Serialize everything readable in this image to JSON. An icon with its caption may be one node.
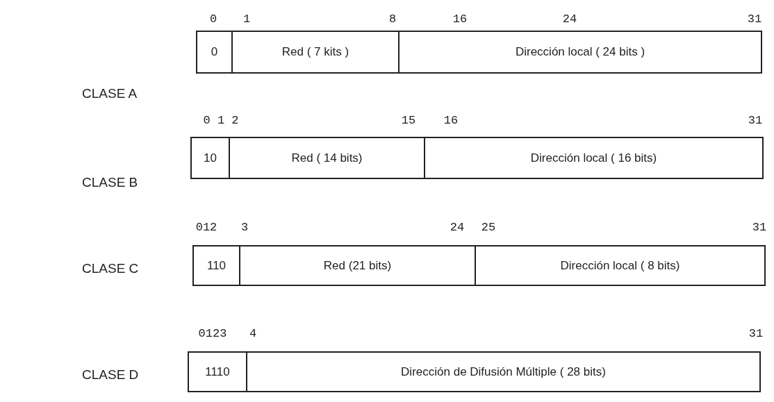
{
  "diagram": {
    "nodes": [
      {
        "text": [
          "0"
        ]
      },
      {
        "text": [
          "Red ( 7 kits )"
        ]
      },
      {
        "text": [
          "Dirección local ( 24 bits )"
        ]
      },
      {
        "text": [
          "10"
        ]
      },
      {
        "text": [
          "Red ( 14 bits)"
        ]
      },
      {
        "text": [
          "Dirección local ( 16 bits)"
        ]
      },
      {
        "text": [
          "110"
        ]
      },
      {
        "text": [
          "Red (21 bits)"
        ]
      },
      {
        "text": [
          "Dirección local ( 8 bits)"
        ]
      },
      {
        "text": [
          "1110"
        ]
      },
      {
        "text": [
          "Dirección de Difusión Múltiple ( 28 bits)"
        ]
      }
    ],
    "edges": [],
    "labels": [
      "0",
      "1",
      "8",
      "16",
      "24",
      "31",
      "CLASE A",
      "0 1 2",
      "15",
      "16",
      "31",
      "CLASE B",
      "012",
      "3",
      "24",
      "25",
      "31",
      "CLASE C",
      "0123",
      "4",
      "31",
      "CLASE D"
    ]
  }
}
